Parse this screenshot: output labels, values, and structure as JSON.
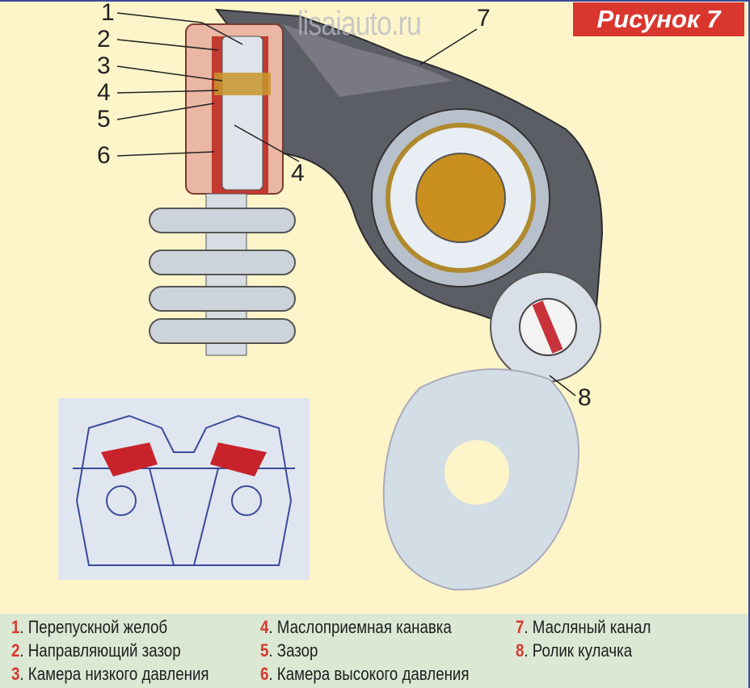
{
  "title": "Рисунок 7",
  "watermark": "lisaiauto.ru",
  "callouts": [
    "1",
    "2",
    "3",
    "4",
    "5",
    "6",
    "4",
    "7",
    "8"
  ],
  "legend": [
    {
      "num": "1",
      "label": ". Перепускной желоб"
    },
    {
      "num": "2",
      "label": ". Направляющий зазор"
    },
    {
      "num": "3",
      "label": ". Камера низкого давления"
    },
    {
      "num": "4",
      "label": ". Маслоприемная канавка"
    },
    {
      "num": "5",
      "label": ". Зазор"
    },
    {
      "num": "6",
      "label": ". Камера высокого давления"
    },
    {
      "num": "7",
      "label": ". Масляный канал"
    },
    {
      "num": "8",
      "label": ". Ролик кулачка"
    }
  ],
  "colors": {
    "accent": "#d9362e",
    "background": "#fdf5c9",
    "legend_bg": "#dbe8d4",
    "border": "#3a4a9a"
  }
}
